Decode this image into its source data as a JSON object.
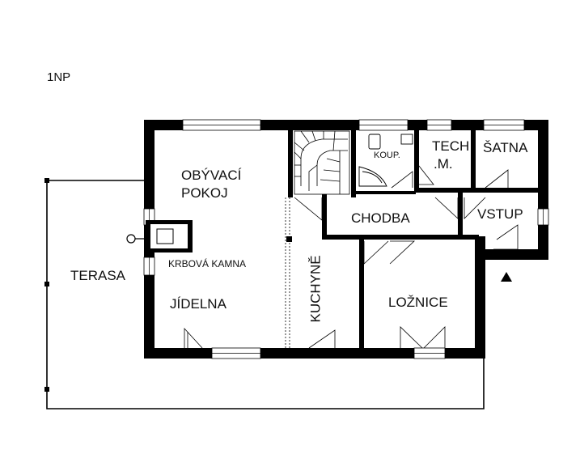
{
  "floor_label": "1NP",
  "rooms": {
    "obyvaci_line1": "OBÝVACÍ",
    "obyvaci_line2": "POKOJ",
    "krbova_kamna": "KRBOVÁ KAMNA",
    "jidelna": "JÍDELNA",
    "terasa": "TERASA",
    "kuchyne": "KUCHYNĚ",
    "koupelna": "KOUP.",
    "tech_line1": "TECH",
    "tech_line2": ".M.",
    "satna": "ŠATNA",
    "chodba": "CHODBA",
    "vstup": "VSTUP",
    "loznice": "LOŽNICE"
  },
  "colors": {
    "wall": "#000000",
    "line": "#000000",
    "background": "#ffffff"
  }
}
